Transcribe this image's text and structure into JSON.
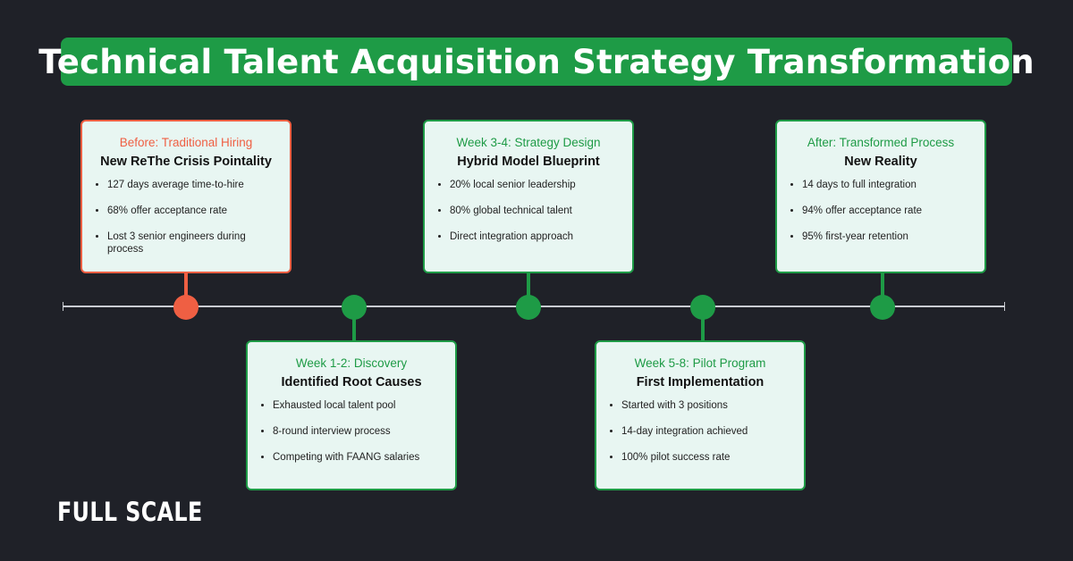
{
  "title": "Technical Talent Acquisition Strategy Transformation",
  "logo": "FULL SCALE",
  "colors": {
    "background": "#1f2128",
    "accent_green": "#1e9b46",
    "accent_red": "#ef5f43",
    "card_fill": "#e8f6f2"
  },
  "stages": [
    {
      "phase": "Before: Traditional Hiring",
      "heading": "New ReThe Crisis Pointality",
      "bullets": [
        "127 days average time-to-hire",
        "68% offer acceptance rate",
        "Lost 3 senior engineers during process"
      ]
    },
    {
      "phase": "Week 1-2: Discovery",
      "heading": "Identified Root Causes",
      "bullets": [
        "Exhausted local talent pool",
        "8-round interview process",
        "Competing with FAANG salaries"
      ]
    },
    {
      "phase": "Week 3-4: Strategy Design",
      "heading": "Hybrid Model Blueprint",
      "bullets": [
        "20% local senior leadership",
        "80% global technical talent",
        "Direct integration approach"
      ]
    },
    {
      "phase": "Week 5-8: Pilot Program",
      "heading": "First Implementation",
      "bullets": [
        "Started with 3 positions",
        "14-day integration achieved",
        "100% pilot success rate"
      ]
    },
    {
      "phase": "After: Transformed Process",
      "heading": "New Reality",
      "bullets": [
        "14 days to full integration",
        "94% offer acceptance rate",
        "95% first-year retention"
      ]
    }
  ]
}
